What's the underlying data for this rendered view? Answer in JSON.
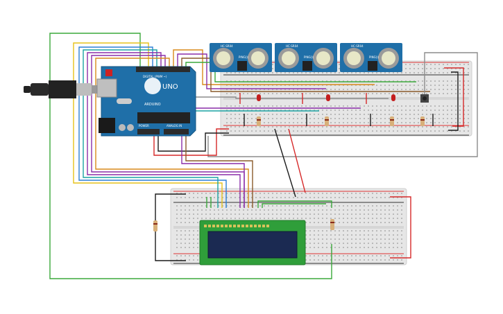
{
  "arduino": {
    "board_name": "UNO",
    "brand": "ARDUINO",
    "digital_label": "DIGITAL (PWM ~)",
    "power_label": "POWER",
    "analog_label": "ANALOG IN",
    "colors": {
      "pcb": "#1f6fa8",
      "header": "#2b2b2b"
    }
  },
  "sensors": [
    {
      "label": "HC-SR04",
      "pin_label": "PING)))"
    },
    {
      "label": "HC-SR04",
      "pin_label": "PING)))"
    },
    {
      "label": "HC-SR04",
      "pin_label": "PING)))"
    }
  ],
  "lcd": {
    "type": "16x2",
    "colors": {
      "frame": "#2f9e3a",
      "screen": "#1b2a52"
    }
  },
  "components": {
    "leds": 3,
    "resistors": 6,
    "pushbutton": 1
  },
  "wire_colors": {
    "red": "#d62828",
    "black": "#1a1a1a",
    "green": "#3aa83a",
    "yellow": "#e6c21a",
    "orange": "#d98a1a",
    "purple": "#8a2da8",
    "blue": "#2a7fd6",
    "brown": "#8a5a2a",
    "gray": "#8c8c8c",
    "teal": "#1aa3a3"
  }
}
